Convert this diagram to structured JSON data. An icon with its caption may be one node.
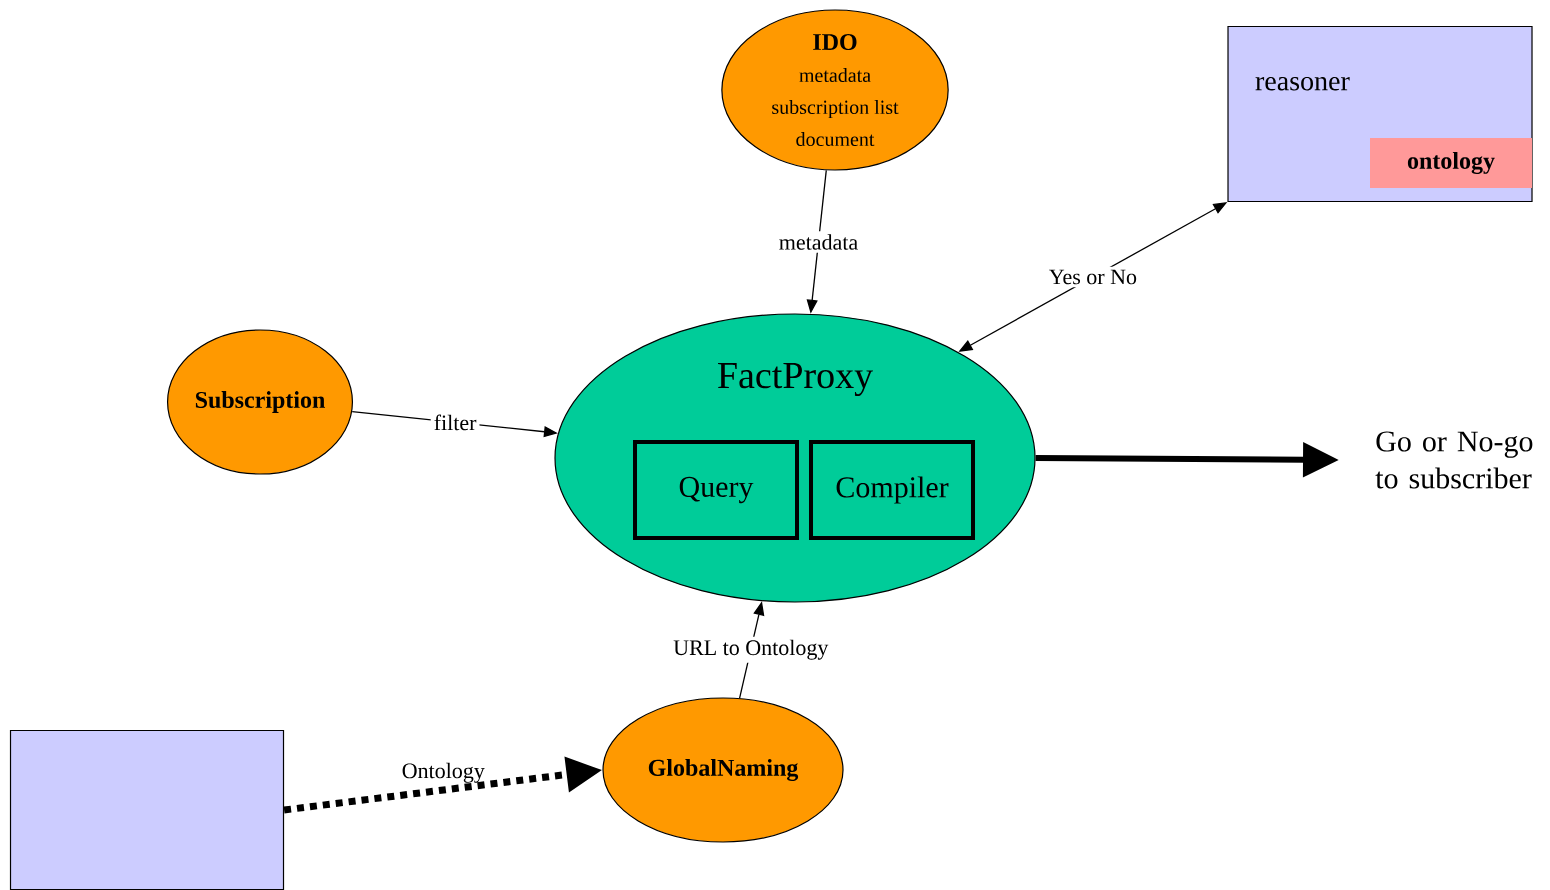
{
  "diagram": {
    "nodes": [
      {
        "text": [
          "IDO",
          "metadata subscription list document"
        ]
      },
      {
        "text": [
          "reasoner"
        ]
      },
      {
        "text": [
          "ontology"
        ],
        "in": 1
      },
      {
        "text": [
          "Subscription"
        ]
      },
      {
        "text": [
          "FactProxy"
        ]
      },
      {
        "text": [
          "Query"
        ],
        "in": 4
      },
      {
        "text": [
          "Compiler"
        ],
        "in": 4
      },
      {
        "text": [
          "Go or No-go to subscriber"
        ]
      },
      {
        "text": [],
        "shape": "box"
      },
      {
        "text": [
          "GlobalNaming"
        ]
      }
    ],
    "edges": [
      {
        "from": 0,
        "to": 4,
        "arrow": "to",
        "label": "metadata"
      },
      {
        "from": 4,
        "to": 1,
        "arrow": "both",
        "label": "Yes or No"
      },
      {
        "from": 3,
        "to": 4,
        "arrow": "to",
        "label": "filter"
      },
      {
        "from": 4,
        "to": 7,
        "arrow": "to",
        "style": "thick"
      },
      {
        "from": 9,
        "to": 4,
        "arrow": "to",
        "label": "URL to Ontology"
      },
      {
        "from": 8,
        "to": 9,
        "arrow": "to",
        "label": "Ontology",
        "style": "dashed"
      }
    ]
  }
}
